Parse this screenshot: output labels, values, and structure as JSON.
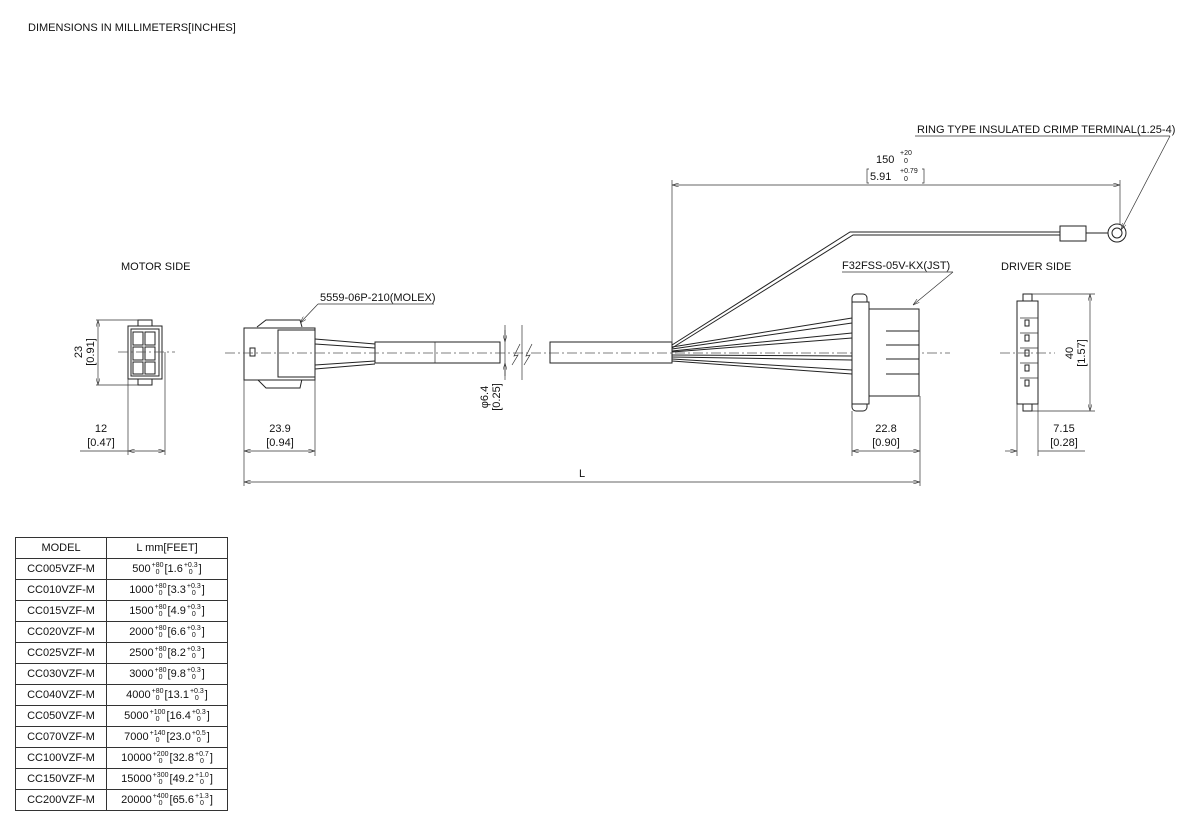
{
  "title": "DIMENSIONS IN MILLIMETERS[INCHES]",
  "labels": {
    "motor_side": "MOTOR SIDE",
    "driver_side": "DRIVER SIDE",
    "motor_connector": "5559-06P-210(MOLEX)",
    "driver_connector": "F32FSS-05V-KX(JST)",
    "ring_terminal": "RING TYPE INSULATED CRIMP TERMINAL(1.25-4)"
  },
  "dimensions": {
    "motor_height_mm": "23",
    "motor_height_in": "[0.91]",
    "motor_width_mm": "12",
    "motor_width_in": "[0.47]",
    "motor_conn_len_mm": "23.9",
    "motor_conn_len_in": "[0.94]",
    "cable_dia_mm": "φ6.4",
    "cable_dia_in": "[0.25]",
    "ground_len_mm": "150",
    "ground_len_tol_upper": "+20",
    "ground_len_tol_lower": "0",
    "ground_len_in": "5.91",
    "ground_len_in_tol_upper": "+0.79",
    "ground_len_in_tol_lower": "0",
    "driver_conn_len_mm": "22.8",
    "driver_conn_len_in": "[0.90]",
    "driver_height_mm": "40",
    "driver_height_in": "[1.57]",
    "driver_width_mm": "7.15",
    "driver_width_in": "[0.28]",
    "overall": "L"
  },
  "table": {
    "headers": [
      "MODEL",
      "L mm[FEET]"
    ],
    "tol_lower": "0",
    "rows": [
      {
        "model": "CC005VZF-M",
        "l": "500",
        "l_tol": "+80",
        "ft": "1.6",
        "ft_tol": "+0.3"
      },
      {
        "model": "CC010VZF-M",
        "l": "1000",
        "l_tol": "+80",
        "ft": "3.3",
        "ft_tol": "+0.3"
      },
      {
        "model": "CC015VZF-M",
        "l": "1500",
        "l_tol": "+80",
        "ft": "4.9",
        "ft_tol": "+0.3"
      },
      {
        "model": "CC020VZF-M",
        "l": "2000",
        "l_tol": "+80",
        "ft": "6.6",
        "ft_tol": "+0.3"
      },
      {
        "model": "CC025VZF-M",
        "l": "2500",
        "l_tol": "+80",
        "ft": "8.2",
        "ft_tol": "+0.3"
      },
      {
        "model": "CC030VZF-M",
        "l": "3000",
        "l_tol": "+80",
        "ft": "9.8",
        "ft_tol": "+0.3"
      },
      {
        "model": "CC040VZF-M",
        "l": "4000",
        "l_tol": "+80",
        "ft": "13.1",
        "ft_tol": "+0.3"
      },
      {
        "model": "CC050VZF-M",
        "l": "5000",
        "l_tol": "+100",
        "ft": "16.4",
        "ft_tol": "+0.3"
      },
      {
        "model": "CC070VZF-M",
        "l": "7000",
        "l_tol": "+140",
        "ft": "23.0",
        "ft_tol": "+0.5"
      },
      {
        "model": "CC100VZF-M",
        "l": "10000",
        "l_tol": "+200",
        "ft": "32.8",
        "ft_tol": "+0.7"
      },
      {
        "model": "CC150VZF-M",
        "l": "15000",
        "l_tol": "+300",
        "ft": "49.2",
        "ft_tol": "+1.0"
      },
      {
        "model": "CC200VZF-M",
        "l": "20000",
        "l_tol": "+400",
        "ft": "65.6",
        "ft_tol": "+1.3"
      }
    ]
  }
}
